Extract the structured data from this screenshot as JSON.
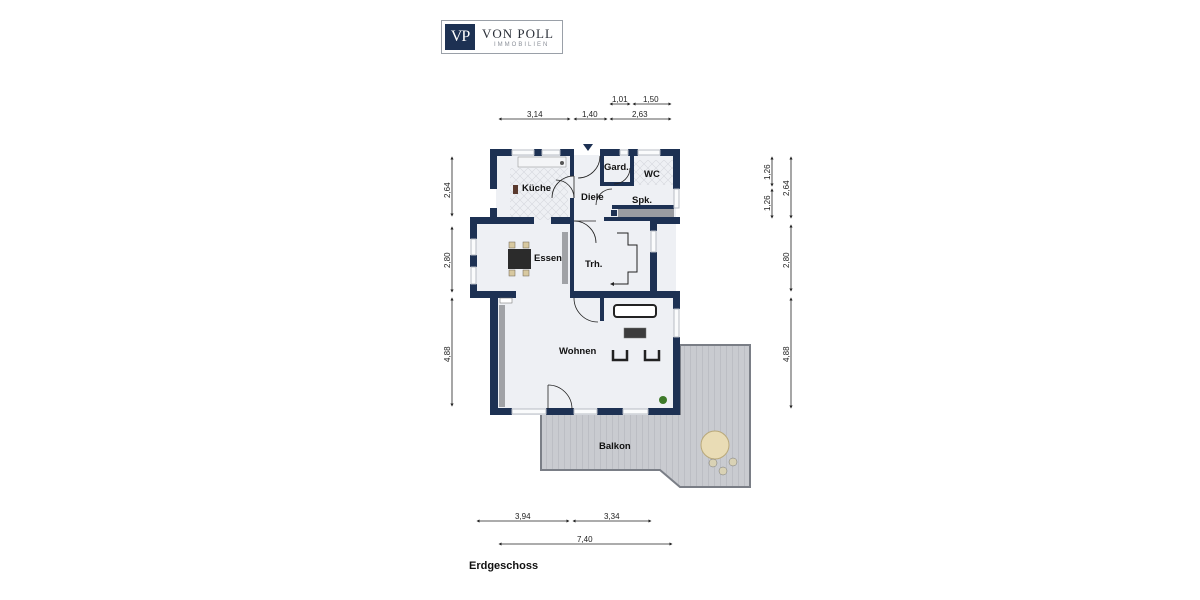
{
  "logo": {
    "mark": "VP",
    "name": "VON POLL",
    "subtitle": "IMMOBILIEN"
  },
  "floor": {
    "label": "Erdgeschoss"
  },
  "rooms": [
    {
      "id": "kueche",
      "label": "Küche"
    },
    {
      "id": "diele",
      "label": "Diele"
    },
    {
      "id": "gard",
      "label": "Gard."
    },
    {
      "id": "wc",
      "label": "WC"
    },
    {
      "id": "spk",
      "label": "Spk."
    },
    {
      "id": "essen",
      "label": "Essen"
    },
    {
      "id": "trh",
      "label": "Trh."
    },
    {
      "id": "wohnen",
      "label": "Wohnen"
    },
    {
      "id": "balkon",
      "label": "Balkon"
    }
  ],
  "dimensions": {
    "top_row1": [
      "1,01",
      "1,50"
    ],
    "top_row2": [
      "3,14",
      "1,40",
      "2,63"
    ],
    "left": [
      "2,64",
      "2,80",
      "4,88"
    ],
    "right_inner": [
      "1,26",
      "1,26"
    ],
    "right_outer": [
      "2,64",
      "2,80",
      "4,88"
    ],
    "bottom_row1": [
      "3,94",
      "3,34"
    ],
    "bottom_row2": [
      "7,40"
    ]
  },
  "colors": {
    "wall": "#1d3153",
    "floor": "#eef0f4",
    "deck": "#c9cbd0",
    "dim_line": "#222222"
  }
}
